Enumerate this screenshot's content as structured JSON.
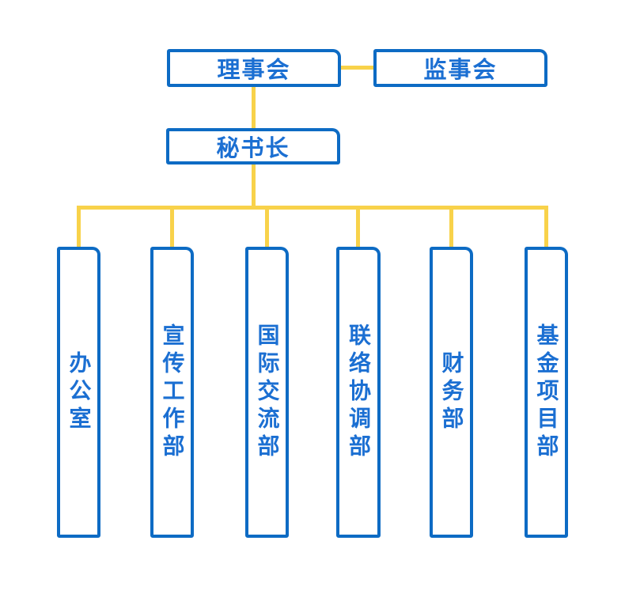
{
  "colors": {
    "box_border": "#0d6bc4",
    "box_text": "#1b6fd2",
    "connector": "#f8d24a",
    "background": "#ffffff"
  },
  "org_chart": {
    "board": {
      "label": "理事会"
    },
    "supervisory": {
      "label": "监事会"
    },
    "secretary": {
      "label": "秘书长"
    },
    "departments": [
      {
        "label": "办公室"
      },
      {
        "label": "宣传工作部"
      },
      {
        "label": "国际交流部"
      },
      {
        "label": "联络协调部"
      },
      {
        "label": "财务部"
      },
      {
        "label": "基金项目部"
      }
    ]
  }
}
